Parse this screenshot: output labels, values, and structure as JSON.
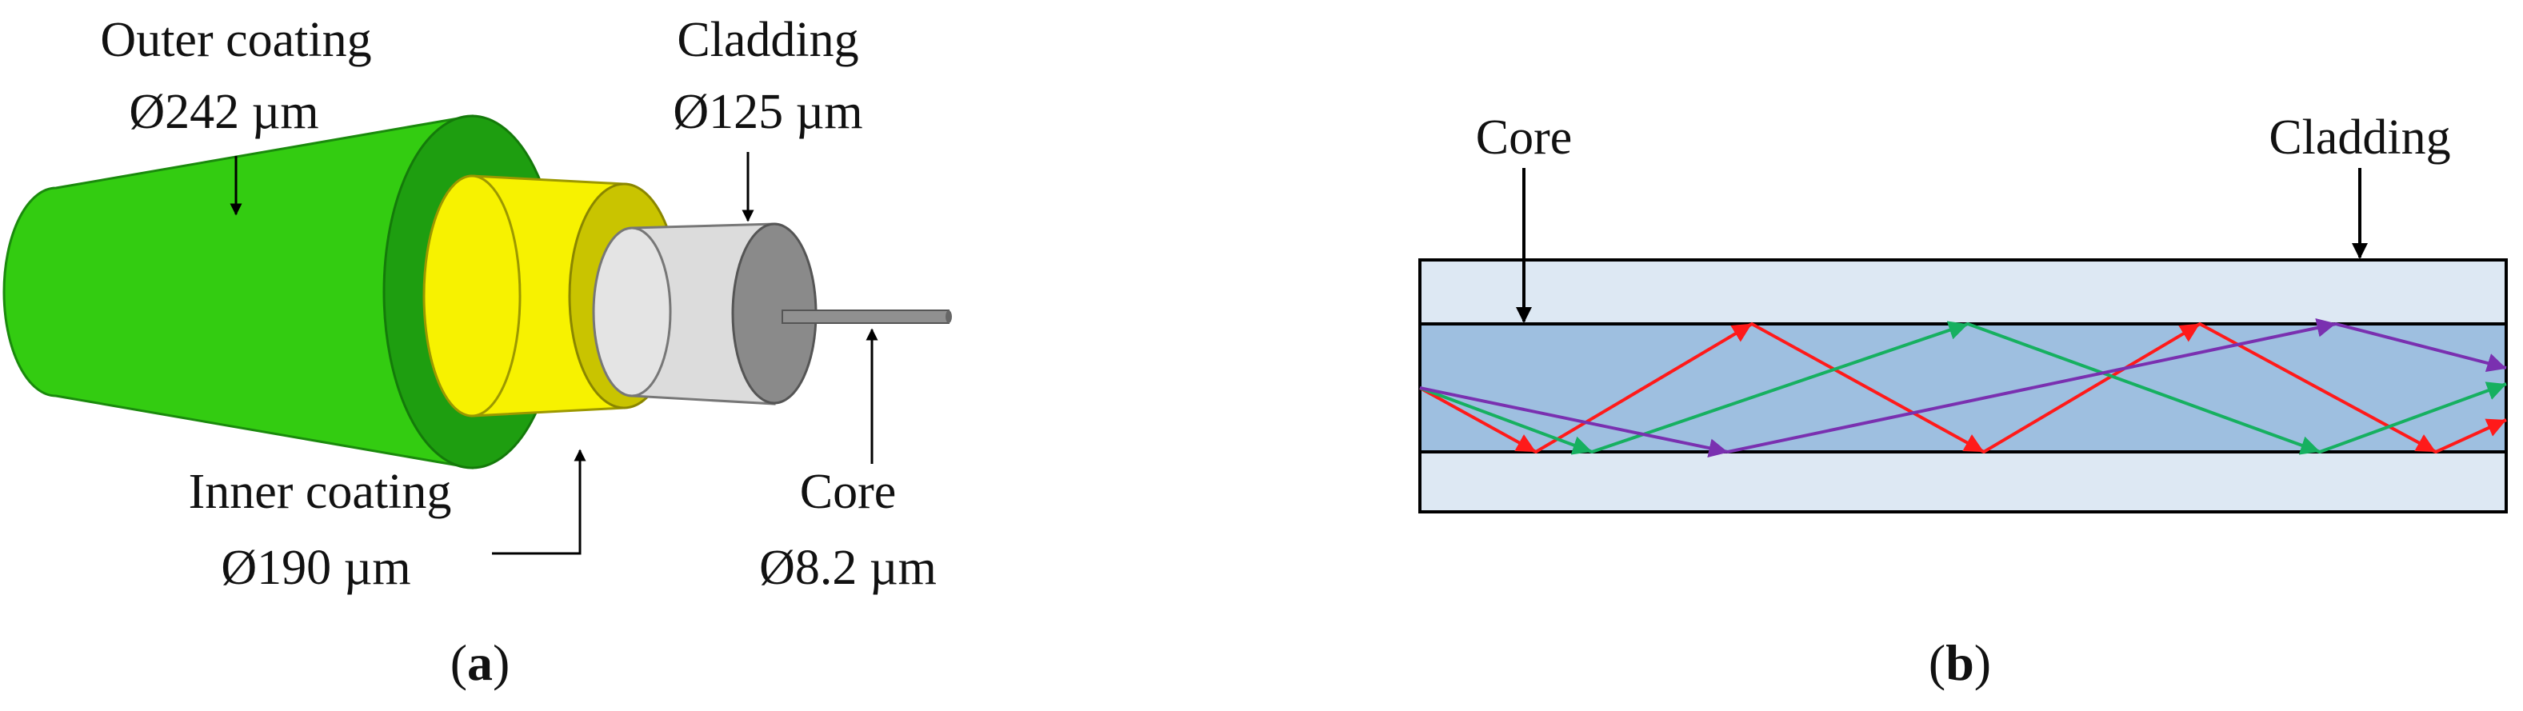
{
  "panel_a": {
    "outer_coating": {
      "name": "Outer coating",
      "diameter": "Ø242 µm"
    },
    "inner_coating": {
      "name": "Inner coating",
      "diameter": "Ø190 µm"
    },
    "cladding": {
      "name": "Cladding",
      "diameter": "Ø125 µm"
    },
    "core": {
      "name": "Core",
      "diameter": "Ø8.2 µm"
    },
    "caption": {
      "open": "(",
      "letter": "a",
      "close": ")"
    },
    "colors": {
      "outer_coating": "#33cc11",
      "outer_coating_edge": "#1e9e10",
      "inner_coating": "#f7f200",
      "inner_coating_edge": "#c9c400",
      "cladding": "#dcdcdc",
      "cladding_end": "#8a8a8a",
      "core": "#909090"
    }
  },
  "panel_b": {
    "core_label": "Core",
    "cladding_label": "Cladding",
    "caption": {
      "open": "(",
      "letter": "b",
      "close": ")"
    },
    "colors": {
      "cladding": "#dde8f3",
      "core": "#9ebfe0",
      "ray_red": "#ff1a1a",
      "ray_green": "#16b060",
      "ray_purple": "#7a30b0"
    }
  }
}
